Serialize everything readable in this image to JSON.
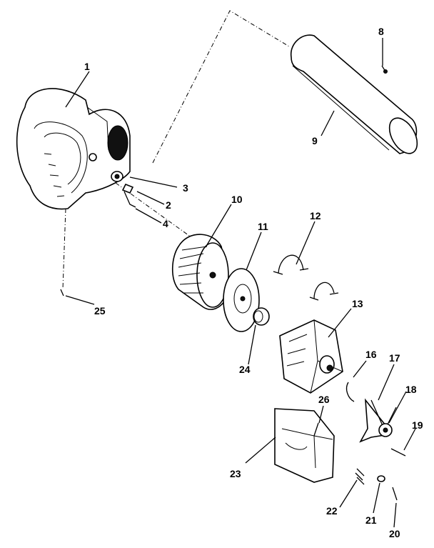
{
  "diagram": {
    "callouts": [
      {
        "id": "1",
        "text": "1"
      },
      {
        "id": "2",
        "text": "2"
      },
      {
        "id": "3",
        "text": "3"
      },
      {
        "id": "4",
        "text": "4"
      },
      {
        "id": "8",
        "text": "8"
      },
      {
        "id": "9",
        "text": "9"
      },
      {
        "id": "10",
        "text": "10"
      },
      {
        "id": "11",
        "text": "11"
      },
      {
        "id": "12",
        "text": "12"
      },
      {
        "id": "13",
        "text": "13"
      },
      {
        "id": "16",
        "text": "16"
      },
      {
        "id": "17",
        "text": "17"
      },
      {
        "id": "18",
        "text": "18"
      },
      {
        "id": "19",
        "text": "19"
      },
      {
        "id": "20",
        "text": "20"
      },
      {
        "id": "21",
        "text": "21"
      },
      {
        "id": "22",
        "text": "22"
      },
      {
        "id": "23",
        "text": "23"
      },
      {
        "id": "24",
        "text": "24"
      },
      {
        "id": "25",
        "text": "25"
      },
      {
        "id": "26",
        "text": "26"
      }
    ]
  }
}
